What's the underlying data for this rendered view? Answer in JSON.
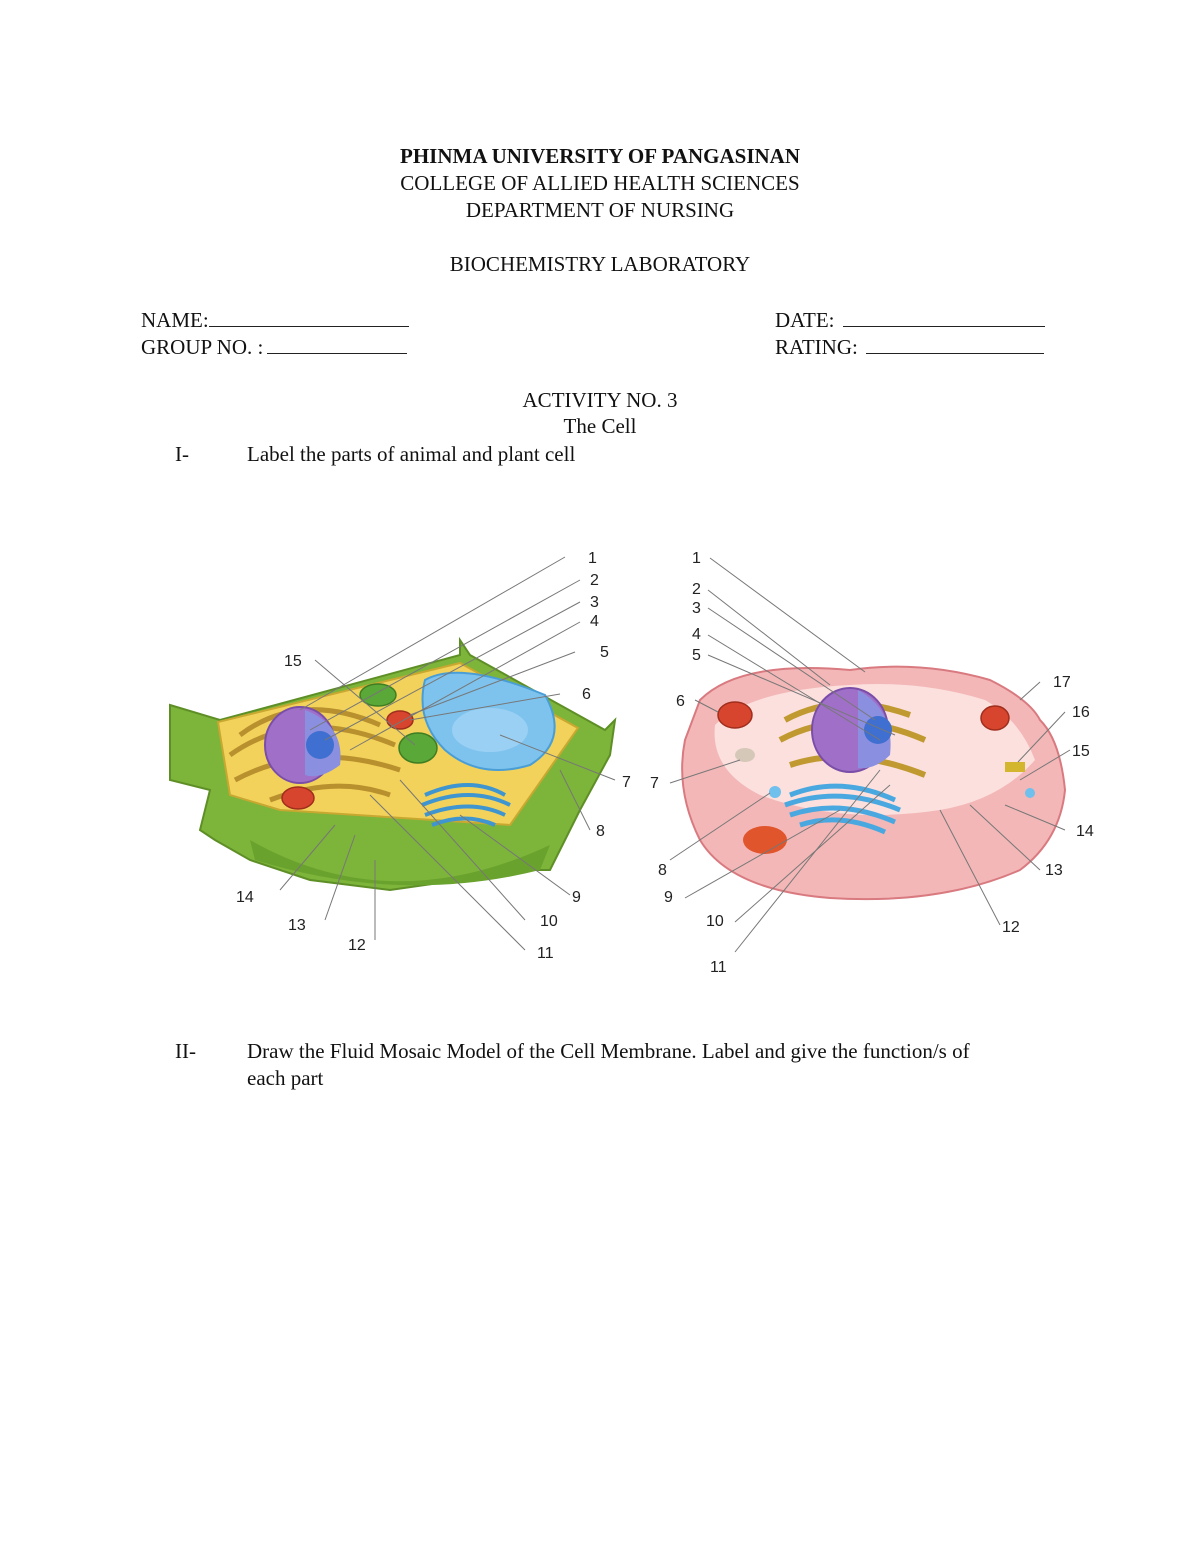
{
  "header": {
    "university": "PHINMA UNIVERSITY OF PANGASINAN",
    "college": "COLLEGE OF ALLIED HEALTH SCIENCES",
    "department": "DEPARTMENT OF NURSING",
    "course": "BIOCHEMISTRY LABORATORY"
  },
  "form": {
    "name_label": "NAME:",
    "group_label": "GROUP NO. :",
    "date_label": "DATE:",
    "rating_label": "RATING:"
  },
  "activity": {
    "number": "ACTIVITY NO. 3",
    "title": "The Cell"
  },
  "sections": [
    {
      "numeral": "I-",
      "text": "Label the parts of animal and plant cell"
    },
    {
      "numeral": "II-",
      "text_line1": "Draw the Fluid Mosaic Model of the Cell Membrane. Label and give the function/s of",
      "text_line2": "each part"
    }
  ],
  "plant_cell": {
    "labels": [
      "1",
      "2",
      "3",
      "4",
      "5",
      "6",
      "7",
      "8",
      "9",
      "10",
      "11",
      "12",
      "13",
      "14",
      "15"
    ]
  },
  "animal_cell": {
    "labels": [
      "1",
      "2",
      "3",
      "4",
      "5",
      "6",
      "7",
      "8",
      "9",
      "10",
      "11",
      "12",
      "13",
      "14",
      "15",
      "16",
      "17"
    ]
  },
  "colors": {
    "cell_wall": "#7db43a",
    "cytoplasm_plant": "#f2d25a",
    "vacuole": "#7ec3ee",
    "nucleus": "#a070c8",
    "animal_cytoplasm": "#f6c3c3",
    "animal_membrane": "#d97a80",
    "golgi": "#4aa8e0",
    "er": "#b8902e",
    "mitochondria": "#d8452e",
    "chloroplast": "#5aa838"
  }
}
